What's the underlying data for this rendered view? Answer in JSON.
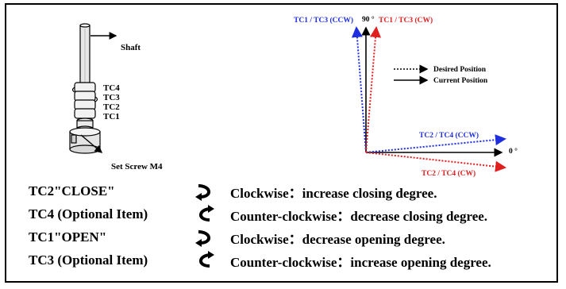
{
  "figure": {
    "labels": {
      "shaft": "Shaft",
      "tc4": "TC4",
      "tc3": "TC3",
      "tc2": "TC2",
      "tc1": "TC1",
      "set_screw": "Set Screw M4"
    }
  },
  "diagram": {
    "tc13_ccw": "TC1 / TC3 (CCW)",
    "deg90": "90 °",
    "tc13_cw": "TC1 / TC3 (CW)",
    "legend_desired": "Desired Position",
    "legend_current": "Current Position",
    "tc24_ccw": "TC2 / TC4 (CCW)",
    "deg0": "0 °",
    "tc24_cw": "TC2 / TC4 (CW)",
    "colors": {
      "ccw": "#1f2fe0",
      "cw": "#e01f1f",
      "current": "#000000"
    }
  },
  "rows": [
    {
      "name": "TC2\"CLOSE\"",
      "direction": "cw",
      "desc": "Clockwise：increase closing degree."
    },
    {
      "name": "TC4 (Optional Item)",
      "direction": "ccw",
      "desc": "Counter-clockwise：decrease closing degree."
    },
    {
      "name": "TC1\"OPEN\"",
      "direction": "cw",
      "desc": "Clockwise：decrease opening degree."
    },
    {
      "name": "TC3 (Optional Item)",
      "direction": "ccw",
      "desc": "Counter-clockwise：increase opening degree."
    }
  ]
}
